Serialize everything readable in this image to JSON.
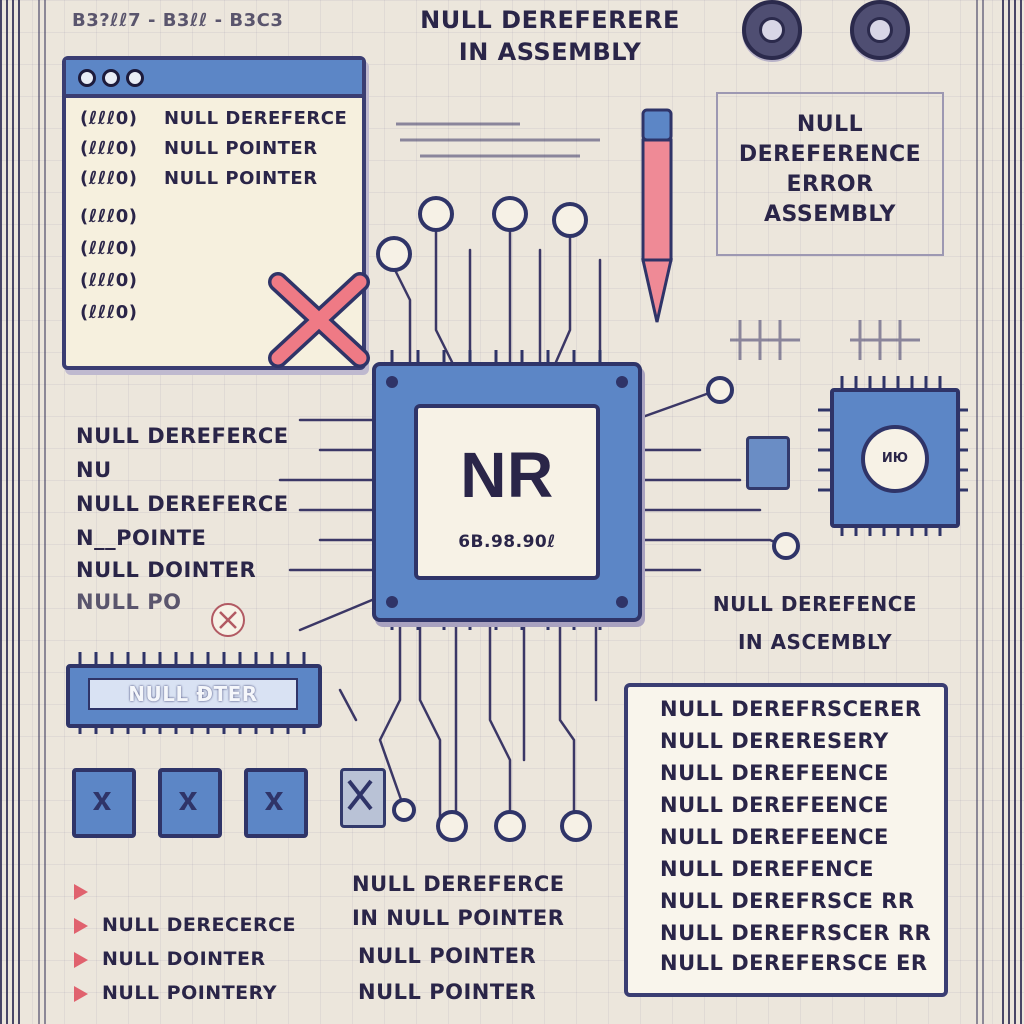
{
  "header": {
    "title_line1": "NULL DEREFERERE",
    "title_line2": "IN ASSEMBLY",
    "code": "B3?ℓℓ7 - B3ℓℓ - B3C3"
  },
  "window": {
    "rows": [
      {
        "code": "(ℓℓℓ0)",
        "text": "NULL DEREFERCE"
      },
      {
        "code": "(ℓℓℓ0)",
        "text": "NULL POINTER"
      },
      {
        "code": "(ℓℓℓ0)",
        "text": "NULL POINTER"
      },
      {
        "code": "(ℓℓℓ0)",
        "text": ""
      },
      {
        "code": "(ℓℓℓ0)",
        "text": ""
      },
      {
        "code": "(ℓℓℓ0)",
        "text": ""
      },
      {
        "code": "(ℓℓℓ0)",
        "text": ""
      }
    ]
  },
  "error_box": {
    "line1": "NULL",
    "line2": "DEREFERENCE",
    "line3": "ERROR",
    "line4": "ASSEMBLY"
  },
  "cpu": {
    "main_label": "NR",
    "sub_label": "6B.98.90ℓ"
  },
  "right_chip": {
    "label": "ИЮ"
  },
  "mid_left": {
    "lines": [
      "NULL DEREFERCE",
      "NU",
      "NULL DEREFERCE",
      "N__POINTE",
      "NULL DOINTER",
      "NULL PO"
    ]
  },
  "chip_long": {
    "label": "NULL ƉTER"
  },
  "right_caption": {
    "line1": "NULL DEREFENCE",
    "line2": "IN ASCEMBLY"
  },
  "right_list": {
    "lines": [
      "NULL DEREFRSCERER",
      "NULL DERERESERY",
      "NULL DEREFEENCE",
      "NULL DEREFEENCE",
      "NULL DEREFEENCE",
      "NULL DEREFENCE",
      "NULL DEREFRSCE RR",
      "NULL DEREFRSCER RR",
      "NULL DEREFERSCE ER"
    ]
  },
  "bottom_mid": {
    "lines": [
      "NULL DEREFERCE",
      "IN NULL POINTER",
      "NULL POINTER",
      "NULL POINTER"
    ]
  },
  "bottom_left": {
    "lines": [
      "NULL DERECERCE",
      "NULL DOINTER",
      "NULL POINTERY"
    ]
  },
  "colors": {
    "accent_blue": "#5c86c6",
    "outline": "#2f3468",
    "error_red": "#e0626e",
    "paper": "#ece6dc"
  },
  "icons": [
    "close-icon",
    "cpu-icon",
    "pencil-icon",
    "knob-icon",
    "chip-icon"
  ]
}
